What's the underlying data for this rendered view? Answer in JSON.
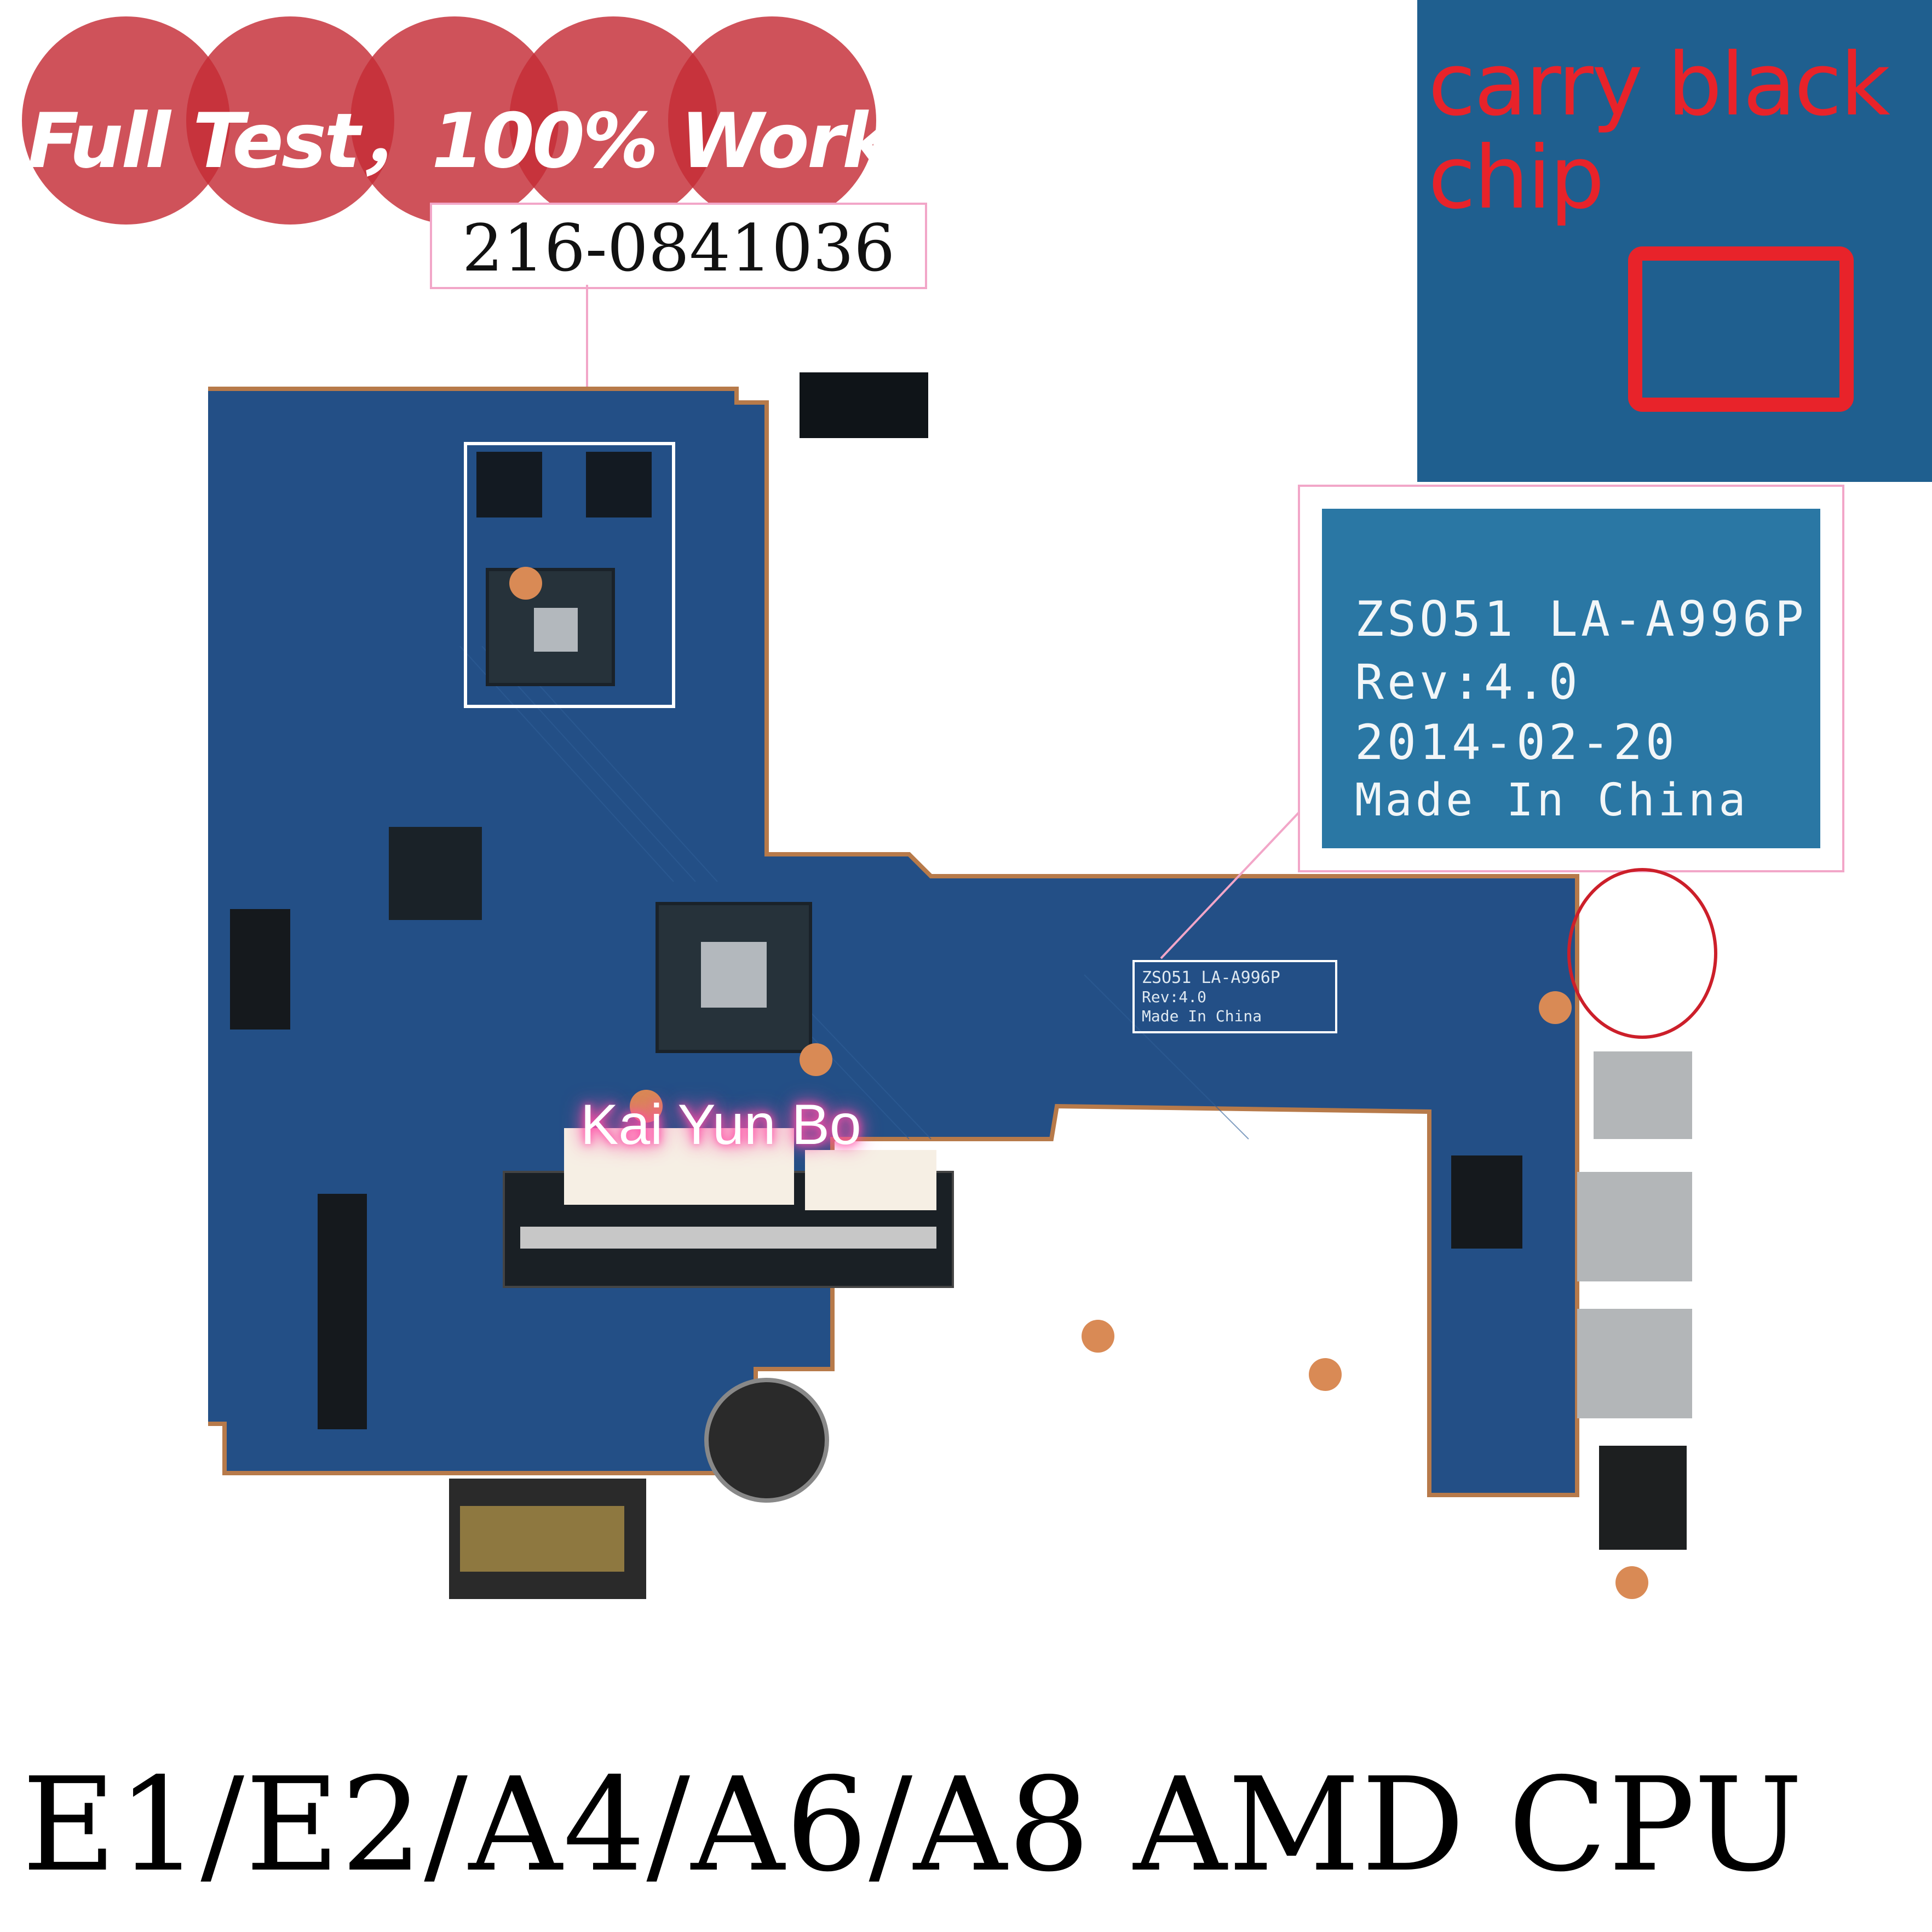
{
  "badge": {
    "text": "Full Test，100% Work",
    "color": "#c42c36"
  },
  "part_label": {
    "text": "216-0841036"
  },
  "inset_chip": {
    "label": "carry black chip",
    "color": "#e8232a"
  },
  "board_label": {
    "model": "ZSO51 LA-A996P",
    "revision": "Rev:4.0",
    "date": "2014-02-20",
    "origin": "Made In China"
  },
  "sticker": {
    "text": "Kai Yun Bo"
  },
  "models_caption": {
    "text": "E1/E2/A4/A6/A8 AMD CPU"
  },
  "colors": {
    "pcb": "#234f86",
    "accent_red": "#cc1f2a",
    "pink_frame": "#f2a6c8"
  }
}
